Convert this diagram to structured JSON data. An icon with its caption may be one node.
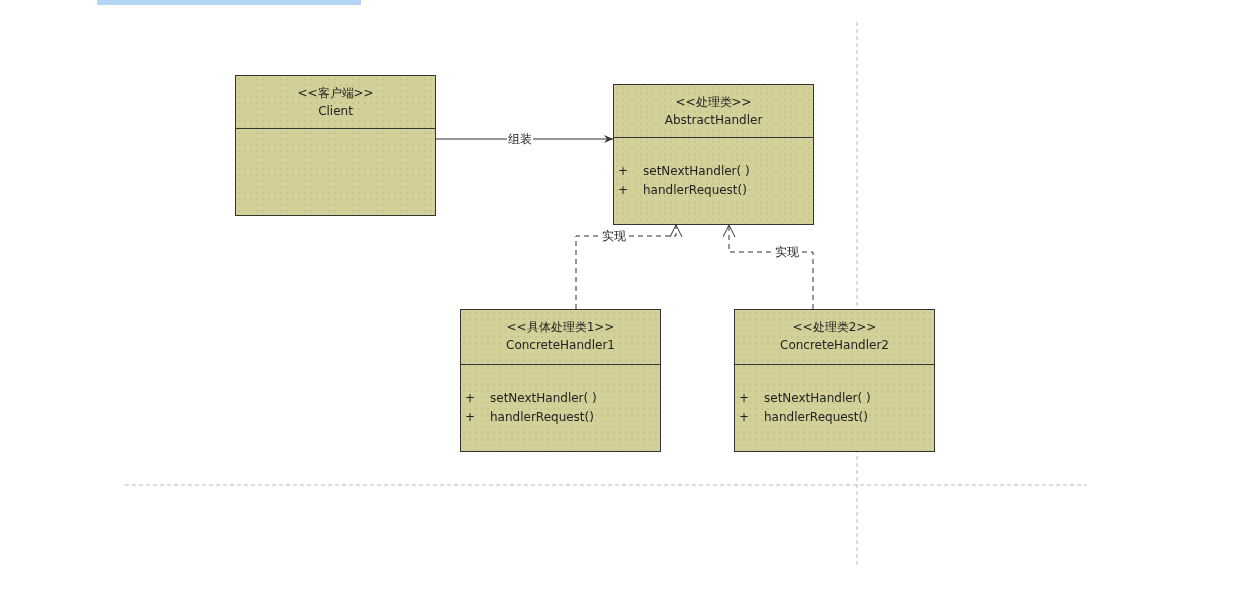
{
  "diagram": {
    "nodes": [
      {
        "text": [
          "<<客户端>>",
          "Client"
        ]
      },
      {
        "text": [
          "<<处理类>>",
          "AbstractHandler",
          "+",
          "setNextHandler( )",
          "+",
          "handlerRequest()"
        ]
      },
      {
        "text": [
          "<<具体处理类1>>",
          "ConcreteHandler1",
          "+",
          "setNextHandler( )",
          "+",
          "handlerRequest()"
        ]
      },
      {
        "text": [
          "<<处理类2>>",
          "ConcreteHandler2",
          "+",
          "setNextHandler( )",
          "+",
          "handlerRequest()"
        ]
      }
    ],
    "edges": [
      {
        "from": 0,
        "to": 1,
        "arrow": "to",
        "label": "组装"
      },
      {
        "from": 2,
        "to": 1,
        "arrow": "to",
        "label": "实现",
        "style": "dashed"
      },
      {
        "from": 3,
        "to": 1,
        "arrow": "to",
        "label": "实现",
        "style": "dashed"
      }
    ]
  }
}
